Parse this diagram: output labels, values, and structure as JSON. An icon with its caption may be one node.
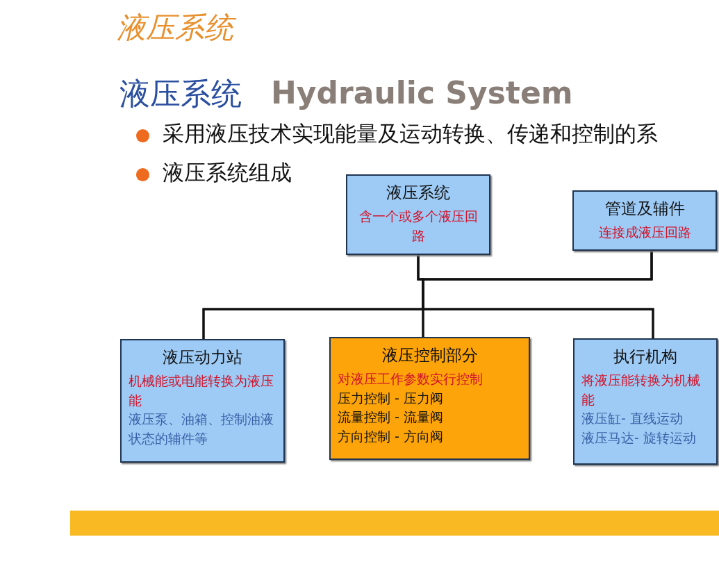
{
  "diagram": {
    "title": "液压系统",
    "nodes": [
      {
        "text": [
          "液压系统",
          "含一个或多个液压回路"
        ]
      },
      {
        "text": [
          "管道及辅件",
          "连接成液压回路"
        ]
      },
      {
        "text": [
          "液压动力站",
          "机械能或电能转换为液压能",
          "液压泵、油箱、控制油液状态的辅件等"
        ]
      },
      {
        "text": [
          "液压控制部分",
          "对液压工作参数实行控制",
          "压力控制 - 压力阀",
          "流量控制 - 流量阀",
          "方向控制 - 方向阀"
        ]
      },
      {
        "text": [
          "执行机构",
          "将液压能转换为机械能",
          "液压缸- 直线运动",
          "液压马达- 旋转运动"
        ]
      }
    ],
    "edges": [
      {
        "from": 0,
        "to": 2,
        "arrow": "none"
      },
      {
        "from": 0,
        "to": 3,
        "arrow": "none"
      },
      {
        "from": 0,
        "to": 4,
        "arrow": "none"
      },
      {
        "from": 1,
        "to": 2,
        "arrow": "none"
      },
      {
        "from": 1,
        "to": 3,
        "arrow": "none"
      },
      {
        "from": 1,
        "to": 4,
        "arrow": "none"
      }
    ],
    "labels": [
      "液压系统",
      "Hydraulic System",
      "采用液压技术实现能量及运动转换、传递和控制的系",
      "液压系统组成"
    ]
  }
}
